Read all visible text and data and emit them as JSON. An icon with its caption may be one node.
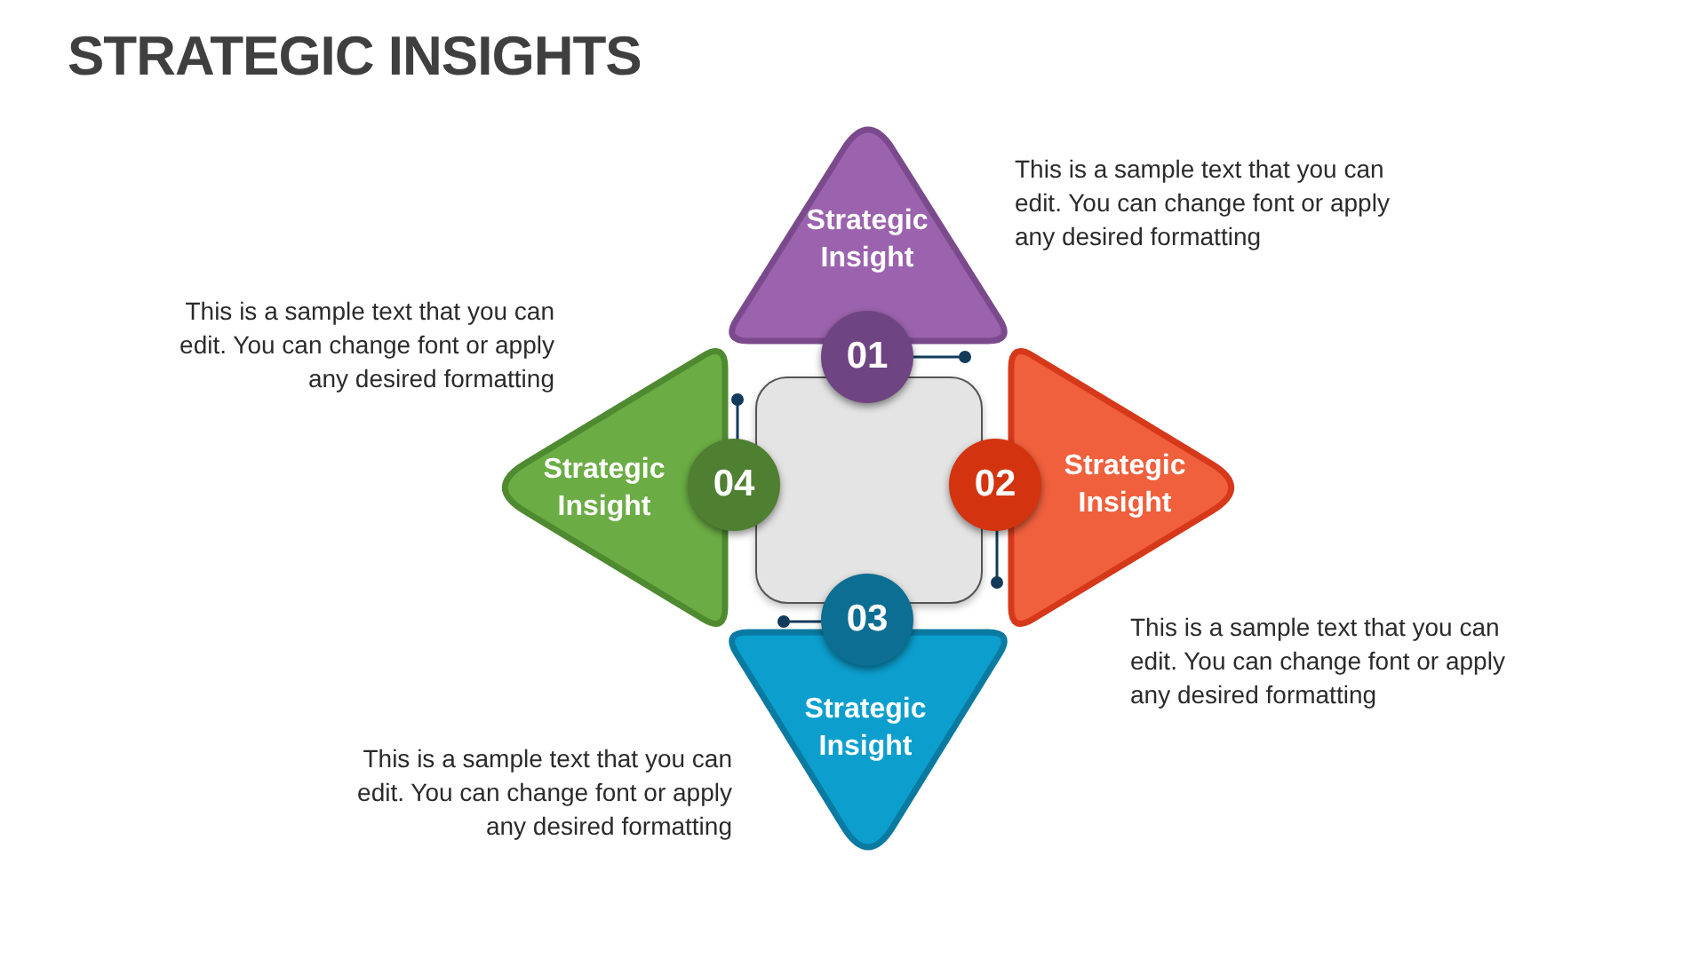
{
  "diagram": {
    "title": "STRATEGIC INSIGHTS",
    "nodes": [
      {
        "text": [],
        "shape": "box"
      },
      {
        "text": [
          "Strategic Insight"
        ],
        "beside": [
          "This is a sample text that you can edit. You can change font or apply any desired formatting"
        ]
      },
      {
        "text": [
          "01"
        ]
      },
      {
        "text": [
          "Strategic Insight"
        ],
        "beside": [
          "This is a sample text that you can edit. You can change font or apply any desired formatting"
        ]
      },
      {
        "text": [
          "02"
        ]
      },
      {
        "text": [
          "Strategic Insight"
        ],
        "beside": [
          "This is a sample text that you can edit. You can change font or apply any desired formatting"
        ]
      },
      {
        "text": [
          "03"
        ]
      },
      {
        "text": [
          "Strategic Insight"
        ],
        "beside": [
          "This is a sample text that you can edit. You can change font or apply any desired formatting"
        ]
      },
      {
        "text": [
          "04"
        ]
      }
    ],
    "edges": []
  }
}
